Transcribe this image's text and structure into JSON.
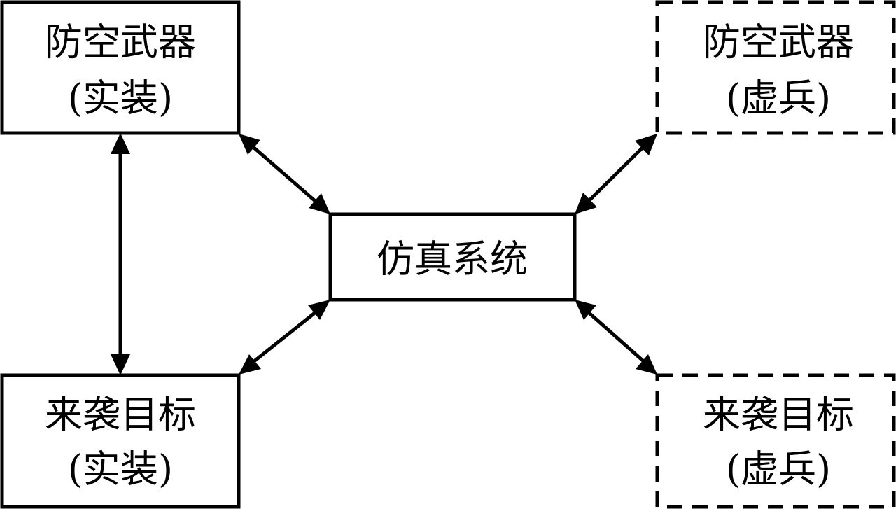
{
  "diagram": {
    "nodes": {
      "weapon_real": {
        "line1": "防空武器",
        "line2": "(实装)"
      },
      "weapon_virtual": {
        "line1": "防空武器",
        "line2": "(虚兵)"
      },
      "sim_system": {
        "line1": "仿真系统"
      },
      "target_real": {
        "line1": "来袭目标",
        "line2": "(实装)"
      },
      "target_virtual": {
        "line1": "来袭目标",
        "line2": "(虚兵)"
      }
    },
    "edges": [
      {
        "from": "weapon_real",
        "to": "target_real",
        "bidirectional": true
      },
      {
        "from": "weapon_real",
        "to": "sim_system",
        "bidirectional": true
      },
      {
        "from": "weapon_virtual",
        "to": "sim_system",
        "bidirectional": true
      },
      {
        "from": "target_real",
        "to": "sim_system",
        "bidirectional": true
      },
      {
        "from": "target_virtual",
        "to": "sim_system",
        "bidirectional": true
      }
    ],
    "colors": {
      "stroke": "#000000",
      "background": "#ffffff"
    }
  }
}
